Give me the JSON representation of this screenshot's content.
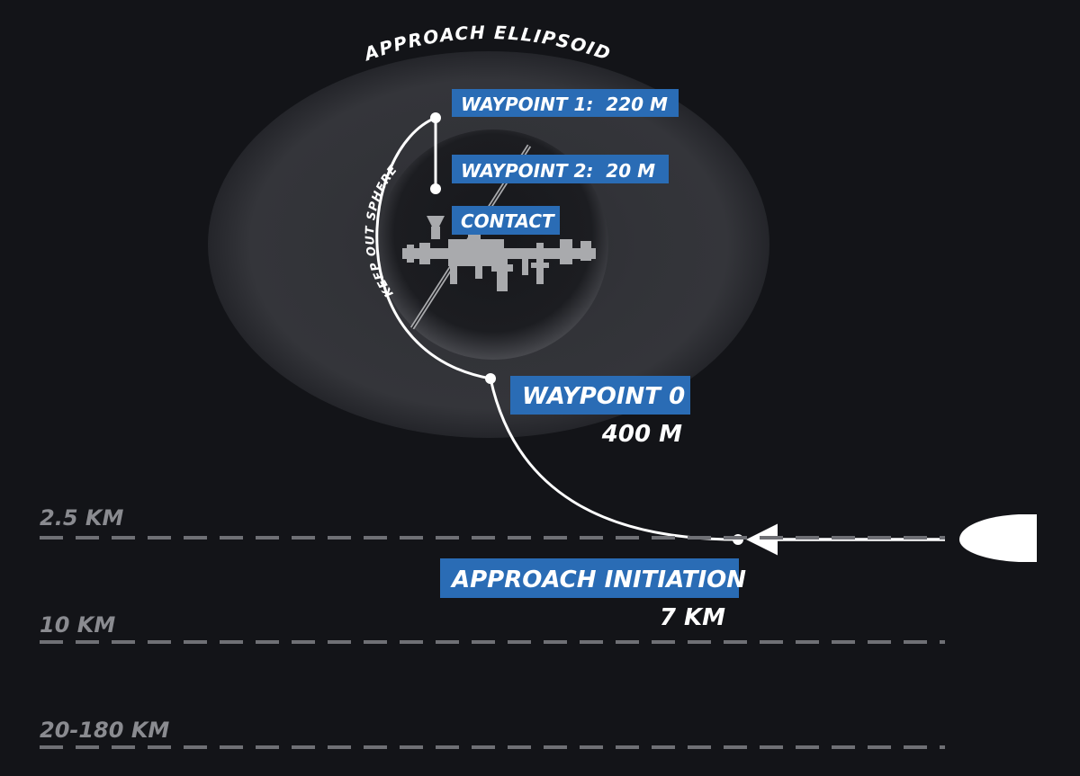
{
  "diagram": {
    "approach_ellipsoid_label": "APPROACH ELLIPSOID",
    "keep_out_sphere_label": "KEEP OUT SPHERE",
    "waypoint_1": "WAYPOINT 1:  220 M",
    "waypoint_2": "WAYPOINT 2:  20 M",
    "contact": "CONTACT",
    "waypoint_0": "WAYPOINT 0",
    "waypoint_0_distance": "400 M",
    "approach_initiation": "APPROACH INITIATION",
    "approach_initiation_distance": "7 KM",
    "range_lines": [
      {
        "label": "2.5 KM"
      },
      {
        "label": "10 KM"
      },
      {
        "label": "20-180 KM"
      }
    ]
  },
  "colors": {
    "background": "#131418",
    "label_box": "#2a6cb5",
    "label_text": "#ffffff",
    "range_line": "#6f7075",
    "range_text": "#8a8b90",
    "path": "#ffffff",
    "ellipsoid": "#3a3b40",
    "station": "#a9aaad"
  }
}
